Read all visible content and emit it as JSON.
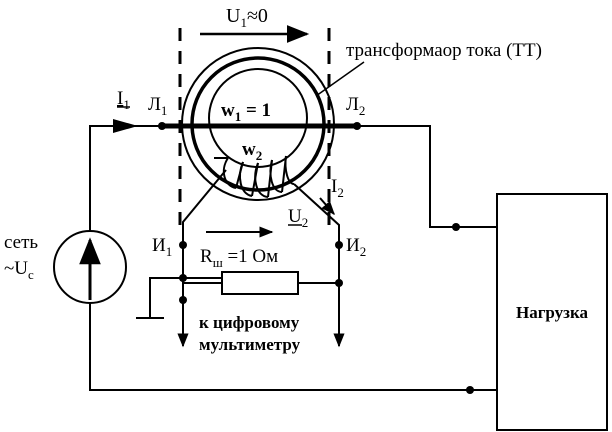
{
  "labels": {
    "u1_main": "U",
    "u1_sub": "1",
    "u1_rest": "≈0",
    "tt_caption": "трансформаор тока (ТТ)",
    "i1_main": "I",
    "i1_sub": "1",
    "l1_main": "Л",
    "l1_sub": "1",
    "l2_main": "Л",
    "l2_sub": "2",
    "w1_main": "w",
    "w1_sub": "1",
    "w1_rest": " = 1",
    "w2_main": "w",
    "w2_sub": "2",
    "i2_main": "I",
    "i2_sub": "2",
    "u2_main": "U",
    "u2_sub": "2",
    "and1_main": "И",
    "and1_sub": "1",
    "and2_main": "И",
    "and2_sub": "2",
    "rsh_main": "R",
    "rsh_sub": "ш",
    "rsh_rest": " =1  Ом",
    "net_line1": "сеть",
    "net_tilde": "~U",
    "net_sub": "с",
    "meter_line1": "к цифровому",
    "meter_line2": "мультиметру",
    "load": "Нагрузка"
  },
  "colors": {
    "line": "#000000",
    "background": "#ffffff"
  }
}
